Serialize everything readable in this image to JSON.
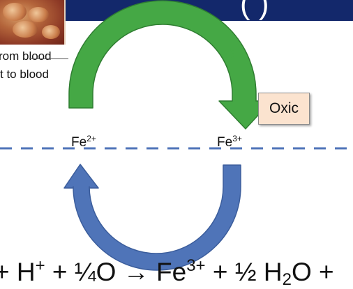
{
  "header": {
    "text": "(  )"
  },
  "legend": {
    "line1": "rom blood",
    "line2": "t to blood"
  },
  "cycle": {
    "ion_left": {
      "symbol": "Fe",
      "charge": "2+"
    },
    "ion_right": {
      "symbol": "Fe",
      "charge": "3+"
    },
    "oxidation_marker": "*",
    "zone_label": "Oxic"
  },
  "equation": {
    "p1": "+ H",
    "p1_sup": "+",
    "p2": " + ¼O",
    "p3": " → Fe",
    "p3_sup": "3+",
    "p4": " + ½ H",
    "p4_sub": "2",
    "p5": "O  +"
  },
  "colors": {
    "header_bg": "#13286b",
    "oxidation_arrow": "#45a845",
    "reduction_arrow": "#4f74b8",
    "interface_line": "#4f74b8",
    "oxic_box_bg": "#fbe3cf"
  }
}
